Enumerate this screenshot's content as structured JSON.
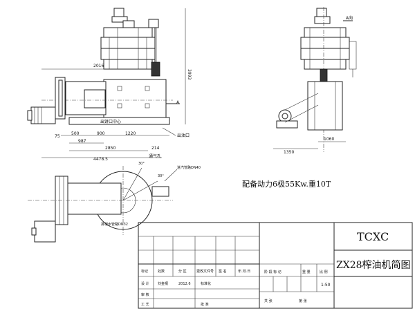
{
  "dimensions": {
    "d2016": "2016",
    "d3993": "3993",
    "d75": "75",
    "d500": "500",
    "d900": "900",
    "d1220": "1220",
    "d987": "987",
    "d2850": "2850",
    "d214": "214",
    "d4478": "4478.5",
    "d1350": "1350",
    "d1060": "1060"
  },
  "labels": {
    "cake_center": "出饼口中心",
    "oil_outlet": "出油口",
    "vent": "通气孔",
    "steam_inlet": "进汽管路DN40",
    "steam_drain": "排凝水管路DN32",
    "view_a": "A向",
    "section_a": "A",
    "angle1": "30°",
    "angle2": "30°",
    "power_note": "配备动力6极55Kw.重10T"
  },
  "title_block": {
    "company": "TCXC",
    "drawing_name": "ZX28榨油机简图",
    "mark": "标记",
    "count": "处数",
    "zone": "分 区",
    "change_doc": "更改文件号",
    "signature": "签 名",
    "date": "年.月.日",
    "design": "设 计",
    "designer": "刘金桐",
    "design_date": "2012.6",
    "standardize": "标准化",
    "check": "审 核",
    "process": "工 艺",
    "approve": "批 准",
    "stage_mark": "阶 段 标 记",
    "weight": "重 量",
    "scale": "比 例",
    "scale_value": "1:50",
    "total_sheets": "共      张",
    "sheet_no": "第      张"
  }
}
